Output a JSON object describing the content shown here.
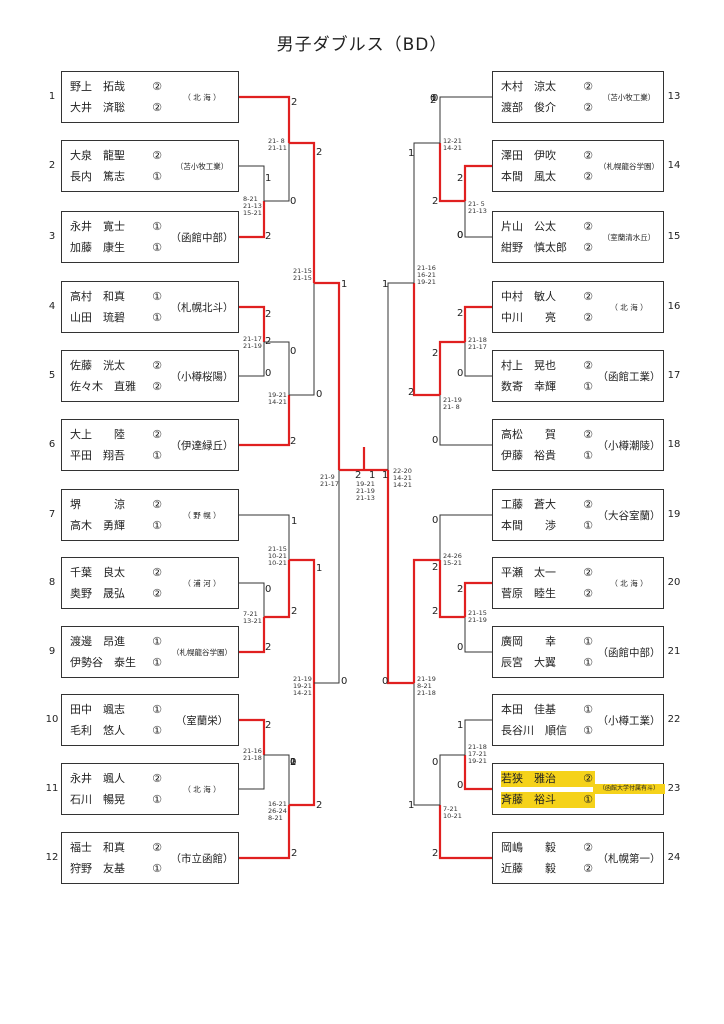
{
  "title": "男子ダブルス（BD）",
  "colors": {
    "winner_line": "#e02020",
    "line": "#333333",
    "highlight": "#f5d21a"
  },
  "left_entries": [
    {
      "no": "1",
      "p1": "野上　拓哉",
      "g1": "②",
      "p2": "大井　済聡",
      "g2": "②",
      "school": "（ 北 海 ）"
    },
    {
      "no": "2",
      "p1": "大泉　龍聖",
      "g1": "②",
      "p2": "長内　篤志",
      "g2": "①",
      "school": "（苫小牧工業）"
    },
    {
      "no": "3",
      "p1": "永井　寛士",
      "g1": "①",
      "p2": "加藤　康生",
      "g2": "①",
      "school": "（函館中部）"
    },
    {
      "no": "4",
      "p1": "高村　和真",
      "g1": "①",
      "p2": "山田　琉碧",
      "g2": "①",
      "school": "（札幌北斗）"
    },
    {
      "no": "5",
      "p1": "佐藤　洸太",
      "g1": "②",
      "p2": "佐々木　直雅",
      "g2": "②",
      "school": "（小樽桜陽）"
    },
    {
      "no": "6",
      "p1": "大上　　陸",
      "g1": "②",
      "p2": "平田　翔吾",
      "g2": "①",
      "school": "（伊達緑丘）"
    },
    {
      "no": "7",
      "p1": "堺　　　涼",
      "g1": "②",
      "p2": "高木　勇輝",
      "g2": "①",
      "school": "（ 野 幌 ）"
    },
    {
      "no": "8",
      "p1": "千葉　良太",
      "g1": "②",
      "p2": "奥野　晟弘",
      "g2": "②",
      "school": "（ 浦 河 ）"
    },
    {
      "no": "9",
      "p1": "渡邊　昂進",
      "g1": "①",
      "p2": "伊勢谷　泰生",
      "g2": "①",
      "school": "（札幌龍谷学園）"
    },
    {
      "no": "10",
      "p1": "田中　颯志",
      "g1": "①",
      "p2": "毛利　悠人",
      "g2": "①",
      "school": "（室蘭栄）"
    },
    {
      "no": "11",
      "p1": "永井　颯人",
      "g1": "②",
      "p2": "石川　暢晃",
      "g2": "①",
      "school": "（ 北 海 ）"
    },
    {
      "no": "12",
      "p1": "福士　和真",
      "g1": "②",
      "p2": "狩野　友基",
      "g2": "①",
      "school": "（市立函館）"
    }
  ],
  "right_entries": [
    {
      "no": "13",
      "p1": "木村　涼太",
      "g1": "②",
      "p2": "渡部　俊介",
      "g2": "②",
      "school": "（苫小牧工業）"
    },
    {
      "no": "14",
      "p1": "澤田　伊吹",
      "g1": "②",
      "p2": "本間　風太",
      "g2": "②",
      "school": "（札幌龍谷学園）"
    },
    {
      "no": "15",
      "p1": "片山　公太",
      "g1": "②",
      "p2": "紺野　慎太郎",
      "g2": "②",
      "school": "（室蘭清水丘）"
    },
    {
      "no": "16",
      "p1": "中村　敏人",
      "g1": "②",
      "p2": "中川　　亮",
      "g2": "②",
      "school": "（ 北 海 ）"
    },
    {
      "no": "17",
      "p1": "村上　晃也",
      "g1": "②",
      "p2": "数寄　幸輝",
      "g2": "①",
      "school": "（函館工業）"
    },
    {
      "no": "18",
      "p1": "高松　　賀",
      "g1": "②",
      "p2": "伊藤　裕貴",
      "g2": "①",
      "school": "（小樽潮陵）"
    },
    {
      "no": "19",
      "p1": "工藤　蒼大",
      "g1": "②",
      "p2": "本間　　渉",
      "g2": "①",
      "school": "（大谷室蘭）"
    },
    {
      "no": "20",
      "p1": "平瀬　太一",
      "g1": "②",
      "p2": "菅原　睦生",
      "g2": "②",
      "school": "（ 北 海 ）"
    },
    {
      "no": "21",
      "p1": "廣岡　　幸",
      "g1": "①",
      "p2": "辰宮　大翼",
      "g2": "①",
      "school": "（函館中部）"
    },
    {
      "no": "22",
      "p1": "本田　佳基",
      "g1": "①",
      "p2": "長谷川　順信",
      "g2": "①",
      "school": "（小樽工業）"
    },
    {
      "no": "23",
      "p1": "若狭　雅治",
      "g1": "②",
      "p2": "斉藤　裕斗",
      "g2": "①",
      "school": "（函館大学付属有斗）"
    },
    {
      "no": "24",
      "p1": "岡嶋　　毅",
      "g1": "②",
      "p2": "近藤　　毅",
      "g2": "②",
      "school": "（札幌第一）"
    }
  ],
  "match_scores": {
    "m1": "2",
    "m2": "1",
    "m3": "0",
    "m4": "2",
    "m5": "2",
    "m6": "0",
    "m7": "0",
    "m8": "2",
    "m9": "2",
    "m10": "0",
    "m11": "2",
    "m12": "1",
    "m13": "2",
    "m14": "0",
    "m15": "2",
    "m16": "1",
    "m17": "0",
    "m18": "2",
    "m19": "2",
    "m20": "1",
    "m21": "2",
    "m22": "0",
    "m23": "0",
    "m24": "2",
    "m25": "1",
    "m26": "2",
    "m27": "2",
    "m28": "0",
    "m29": "2",
    "m30": "0",
    "m31": "0",
    "m32": "2",
    "m33": "0",
    "m34": "2",
    "m35": "1",
    "m36": "0",
    "m37": "2",
    "m38": "1",
    "m39": "0",
    "m40": "2",
    "m41": "1",
    "m42": "2",
    "m43": "2",
    "m44": "2",
    "m45": "1"
  },
  "game_scores": {
    "l_r1a": "21- 8\n21-11",
    "l_r1b": "8-21\n21-13\n15-21",
    "l_r2a": "21-15\n21-15",
    "l_r1c": "21-17\n21-19",
    "l_r1d": "19-21\n14-21",
    "l_r1e": "21-15\n10-21\n10-21",
    "l_r1f": "7-21\n13-21",
    "l_r2b": "21-19\n19-21\n14-21",
    "l_r1g": "21-16\n21-18",
    "l_r1h": "16-21\n26-24\n8-21",
    "final_a": "21-9\n21-17",
    "final_b": "19-21\n21-19\n21-13",
    "final_c": "22-20\n14-21\n14-21",
    "r_r1a": "12-21\n14-21",
    "r_r1b": "21- 5\n21-13",
    "r_r2a": "21-16\n16-21\n19-21",
    "r_r1c": "21-18\n21-17",
    "r_r1d": "21-19\n21- 8",
    "r_r1e": "24-26\n15-21",
    "r_r1f": "21-15\n21-19",
    "r_r2b": "21-19\n8-21\n21-18",
    "r_r1g": "21-18\n17-21\n19-21",
    "r_r1h": "7-21\n10-21"
  }
}
